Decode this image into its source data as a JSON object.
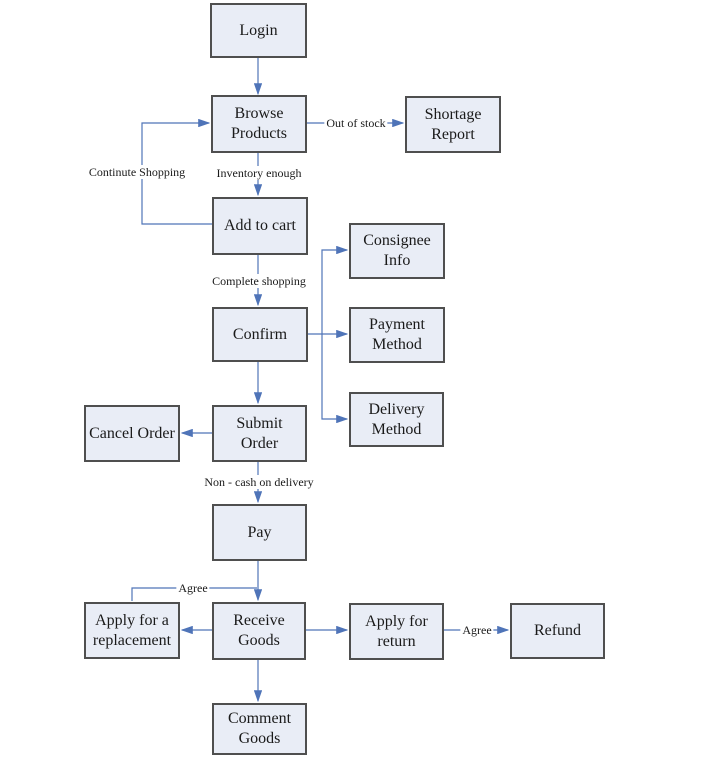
{
  "colors": {
    "arrow": "#4f74b8",
    "box_fill": "#e9edf6",
    "box_border": "#4f4f4f",
    "text": "#1a1a1a"
  },
  "nodes": {
    "login": {
      "label": "Login"
    },
    "browse_products": {
      "label": "Browse Products"
    },
    "shortage_report": {
      "label": "Shortage Report"
    },
    "add_to_cart": {
      "label": "Add to cart"
    },
    "consignee_info": {
      "label": "Consignee Info"
    },
    "confirm": {
      "label": "Confirm"
    },
    "payment_method": {
      "label": "Payment Method"
    },
    "delivery_method": {
      "label": "Delivery Method"
    },
    "cancel_order": {
      "label": "Cancel Order"
    },
    "submit_order": {
      "label": "Submit Order"
    },
    "pay": {
      "label": "Pay"
    },
    "apply_for_a_replacement": {
      "label": "Apply for a replacement"
    },
    "receive_goods": {
      "label": "Receive Goods"
    },
    "apply_for_return": {
      "label": "Apply for return"
    },
    "refund": {
      "label": "Refund"
    },
    "comment_goods": {
      "label": "Comment Goods"
    }
  },
  "edge_labels": {
    "out_of_stock": "Out of stock",
    "inventory_enough": "Inventory enough",
    "continue_shopping": "Continute Shopping",
    "complete_shopping": "Complete shopping",
    "non_cash_on_delivery": "Non - cash on delivery",
    "agree_replacement": "Agree",
    "agree_refund": "Agree"
  },
  "edges": [
    {
      "from": "login",
      "to": "browse_products",
      "label": ""
    },
    {
      "from": "browse_products",
      "to": "shortage_report",
      "label": "Out of stock"
    },
    {
      "from": "browse_products",
      "to": "add_to_cart",
      "label": "Inventory enough"
    },
    {
      "from": "add_to_cart",
      "to": "browse_products",
      "label": "Continute Shopping"
    },
    {
      "from": "add_to_cart",
      "to": "confirm",
      "label": "Complete shopping"
    },
    {
      "from": "confirm",
      "to": "consignee_info",
      "label": ""
    },
    {
      "from": "confirm",
      "to": "payment_method",
      "label": ""
    },
    {
      "from": "confirm",
      "to": "delivery_method",
      "label": ""
    },
    {
      "from": "confirm",
      "to": "submit_order",
      "label": ""
    },
    {
      "from": "submit_order",
      "to": "cancel_order",
      "label": ""
    },
    {
      "from": "submit_order",
      "to": "pay",
      "label": "Non - cash on delivery"
    },
    {
      "from": "pay",
      "to": "receive_goods",
      "label": ""
    },
    {
      "from": "apply_for_a_replacement",
      "to": "receive_goods",
      "label": "Agree"
    },
    {
      "from": "receive_goods",
      "to": "apply_for_a_replacement",
      "label": ""
    },
    {
      "from": "receive_goods",
      "to": "apply_for_return",
      "label": ""
    },
    {
      "from": "apply_for_return",
      "to": "refund",
      "label": "Agree"
    },
    {
      "from": "receive_goods",
      "to": "comment_goods",
      "label": ""
    }
  ]
}
